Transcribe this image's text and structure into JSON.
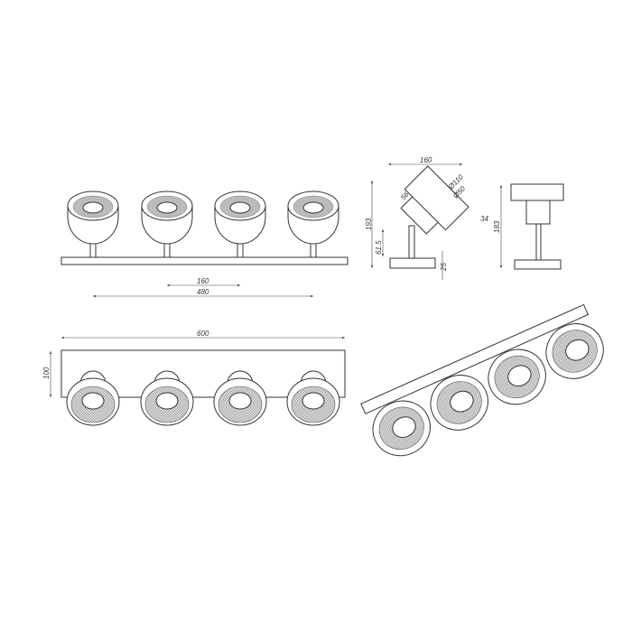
{
  "drawing": {
    "front_view": {
      "spacing": "160",
      "total_span": "480"
    },
    "top_view": {
      "length": "600",
      "depth": "100"
    },
    "side_view": {
      "width": "160",
      "outer_diameter": "Ø110",
      "inner_diameter": "Ø50",
      "head_depth": "56",
      "ring": "34",
      "height": "193",
      "arm_height": "61.5",
      "base_height": "25"
    },
    "end_view": {
      "height": "183"
    },
    "head_count": 4
  }
}
